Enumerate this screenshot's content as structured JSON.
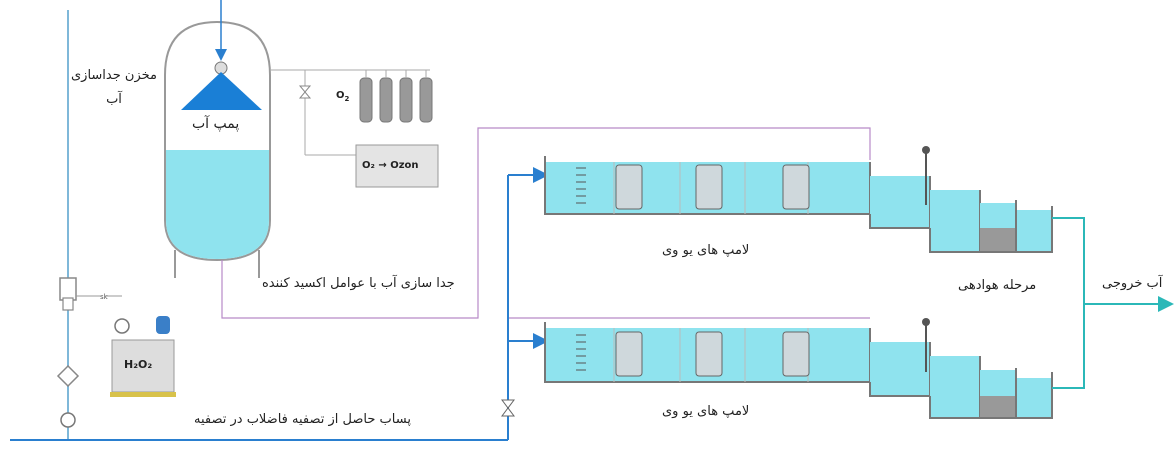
{
  "labels": {
    "tank_title": "مخزن جداسازی آب",
    "pump": "پمپ آب",
    "uv_top": "لامپ های یو وی",
    "uv_bottom": "لامپ های یو وی",
    "oxidation": "جدا سازی آب با عوامل اکسید کننده",
    "wastewater": "پساب حاصل از تصفیه فاضلاب در تصفیه",
    "aeration": "مرحله هوادهی",
    "outlet": "آب خروجی",
    "o2_top": "O",
    "o2_sub": "2",
    "ozone_box": "O₂ → Ozon",
    "h2o2": "H₂O₂"
  },
  "colors": {
    "pipe_light": "#7fb8d9",
    "pipe_blue": "#2a7fcf",
    "pipe_purple": "#b88ac8",
    "water": "#8fe3ee",
    "outlet_teal": "#2bb8b8"
  }
}
